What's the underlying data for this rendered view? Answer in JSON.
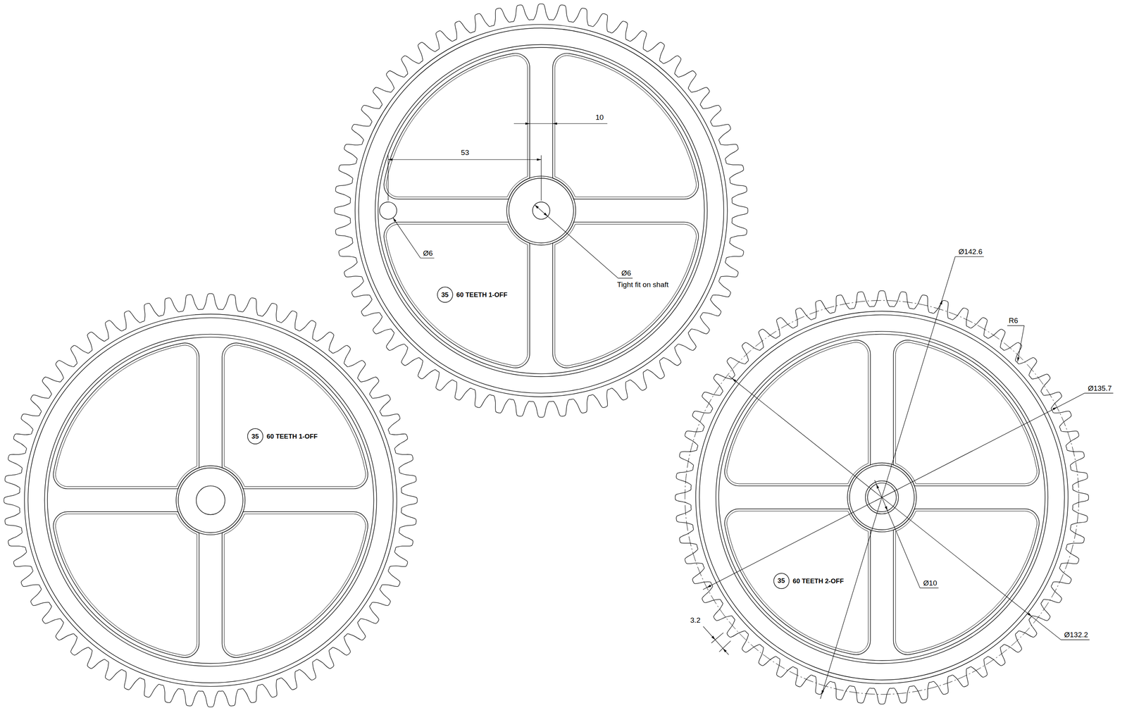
{
  "diagram": {
    "nodes": [
      {
        "text": [
          "35",
          "60 TEETH 1-OFF"
        ]
      },
      {
        "text": [
          "35",
          "60 TEETH 1-OFF"
        ]
      },
      {
        "text": [
          "35",
          "60 TEETH 2-OFF"
        ]
      }
    ],
    "labels": [
      "10",
      "53",
      "Ø6",
      "Ø6",
      "Tight fit on shaft",
      "Ø142.6",
      "R6",
      "Ø135.7",
      "Ø10",
      "Ø132.2",
      "3.2"
    ]
  }
}
